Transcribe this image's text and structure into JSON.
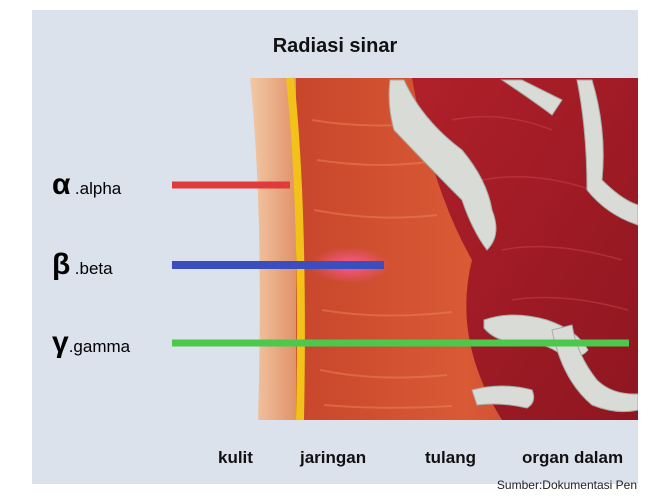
{
  "title": "Radiasi sinar",
  "rays": [
    {
      "symbol": "α",
      "name": ".alpha",
      "color": "#e03a3a"
    },
    {
      "symbol": "β",
      "name": ".beta",
      "color": "#3a4ec0"
    },
    {
      "symbol": "γ",
      "name": ".gamma",
      "color": "#4cc84c"
    }
  ],
  "layers": [
    "kulit",
    "jaringan",
    "tulang",
    "organ dalam"
  ],
  "source": "Sumber:Dokumentasi Pen"
}
